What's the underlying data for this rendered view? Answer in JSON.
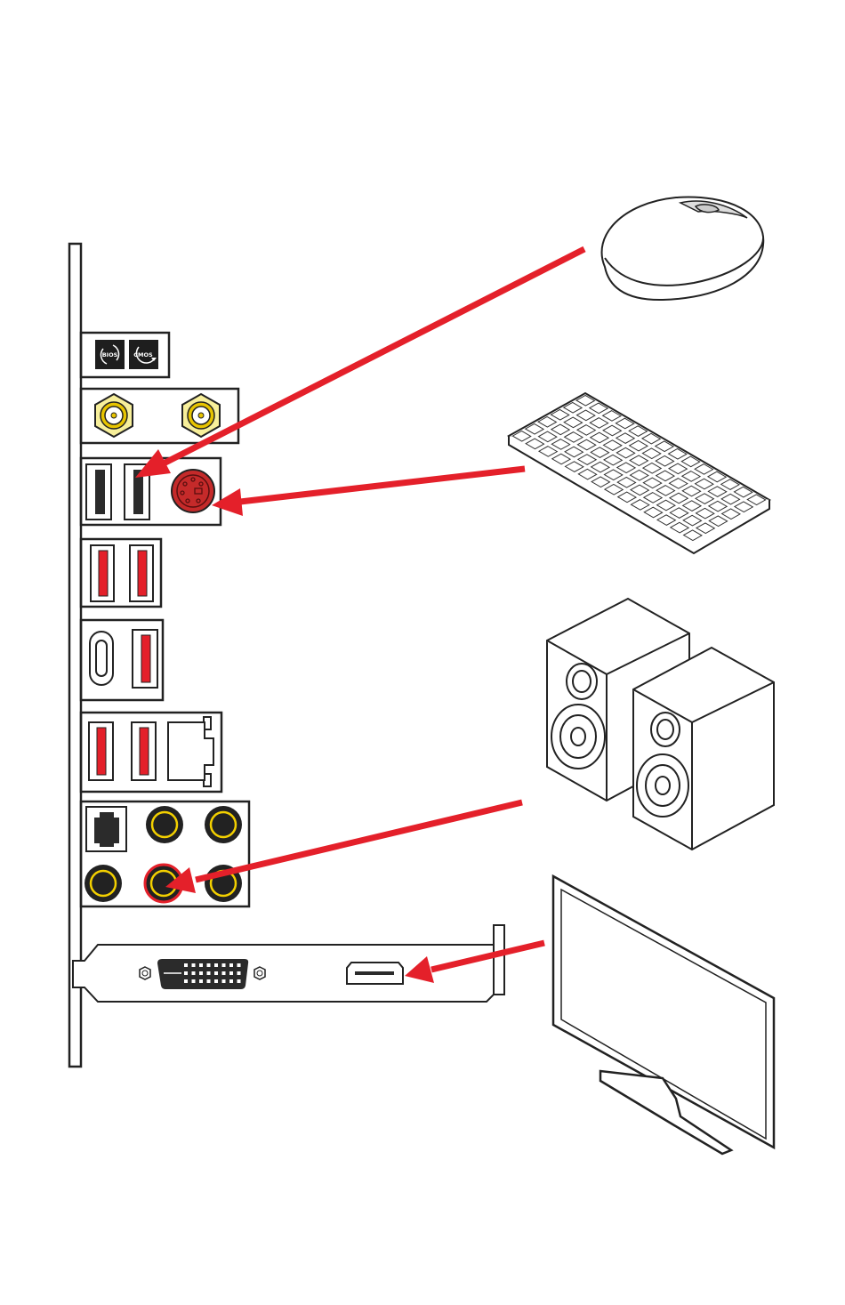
{
  "buttons": {
    "bios_label": "BIOS",
    "cmos_label": "CMOS"
  },
  "colors": {
    "arrow": "#e4202a",
    "usb3": "#e4202a",
    "antenna": "#f7ef9a",
    "jack_ring": "#f3d000",
    "ps2": "#c52a2a",
    "outline": "#222222"
  },
  "connections": [
    {
      "device": "mouse-icon",
      "port": "usb-port"
    },
    {
      "device": "keyboard-icon",
      "port": "ps2-port"
    },
    {
      "device": "speakers-icon",
      "port": "audio-line-out"
    },
    {
      "device": "monitor-icon",
      "port": "hdmi-port"
    }
  ]
}
